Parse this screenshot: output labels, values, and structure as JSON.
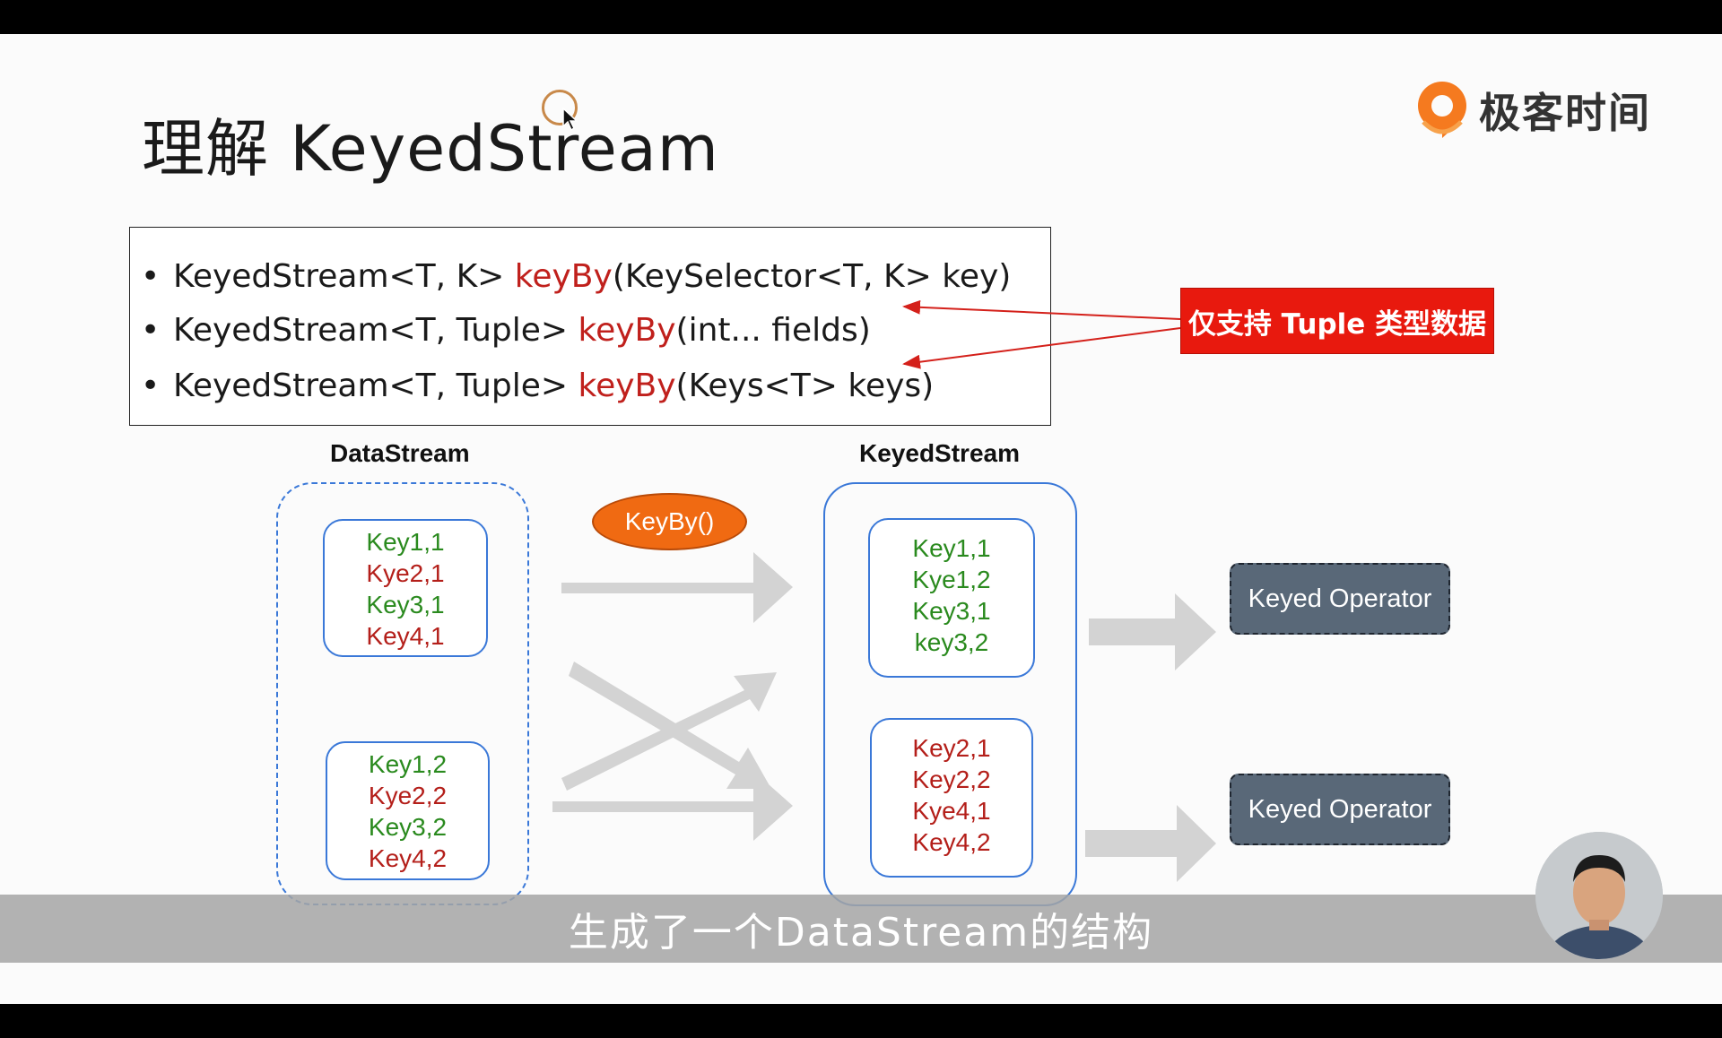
{
  "slide": {
    "title": "理解 KeyedStream",
    "logo_text": "极客时间",
    "logo_icon": "geektime-logo-icon"
  },
  "api_box": {
    "lines": [
      {
        "bullet": "•",
        "prefix": "KeyedStream<T, K> ",
        "keyword": "keyBy",
        "suffix": "(KeySelector<T, K> key)"
      },
      {
        "bullet": "•",
        "prefix": "KeyedStream<T, Tuple> ",
        "keyword": "keyBy",
        "suffix": "(int... fields)"
      },
      {
        "bullet": "•",
        "prefix": "KeyedStream<T, Tuple> ",
        "keyword": "keyBy",
        "suffix": "(Keys<T> keys)"
      }
    ]
  },
  "note": {
    "text": "仅支持 Tuple 类型数据"
  },
  "diagram": {
    "datastream_label": "DataStream",
    "keyedstream_label": "KeyedStream",
    "keyby_label": "KeyBy()",
    "datastream_partitions": [
      {
        "records": [
          "Key1,1",
          "Kye2,1",
          "Key3,1",
          "Key4,1"
        ],
        "colors": [
          "green",
          "red",
          "green",
          "red"
        ]
      },
      {
        "records": [
          "Key1,2",
          "Kye2,2",
          "Key3,2",
          "Key4,2"
        ],
        "colors": [
          "green",
          "red",
          "green",
          "red"
        ]
      }
    ],
    "keyedstream_partitions": [
      {
        "records": [
          "Key1,1",
          "Kye1,2",
          "Key3,1",
          "key3,2"
        ],
        "colors": [
          "green",
          "green",
          "green",
          "green"
        ]
      },
      {
        "records": [
          "Key2,1",
          "Key2,2",
          "Kye4,1",
          "Key4,2"
        ],
        "colors": [
          "red",
          "red",
          "red",
          "red"
        ]
      }
    ],
    "operators": [
      "Keyed Operator",
      "Keyed Operator"
    ]
  },
  "subtitle": "生成了一个DataStream的结构",
  "colors": {
    "accent_red": "#e8190e",
    "keyword_red": "#c0201c",
    "record_green": "#2a8a1e",
    "record_red": "#b41f1a",
    "partition_blue": "#3a78d8",
    "operator_fill": "#596878",
    "keyby_orange": "#f06a12"
  }
}
